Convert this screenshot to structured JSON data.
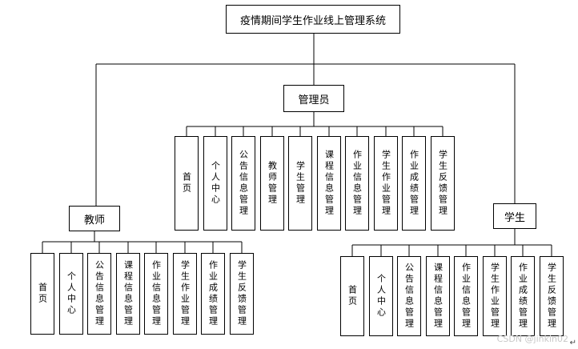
{
  "title": "疫情期间学生作业线上管理系统",
  "roles": {
    "admin": {
      "label": "管理员",
      "modules": [
        "首页",
        "个人中心",
        "公告信息管理",
        "教师管理",
        "学生管理",
        "课程信息管理",
        "作业信息管理",
        "学生作业管理",
        "作业成绩管理",
        "学生反馈管理"
      ]
    },
    "teacher": {
      "label": "教师",
      "modules": [
        "首页",
        "个人中心",
        "公告信息管理",
        "课程信息管理",
        "作业信息管理",
        "学生作业管理",
        "作业成绩管理",
        "学生反馈管理"
      ]
    },
    "student": {
      "label": "学生",
      "modules": [
        "首页",
        "个人中心",
        "公告信息管理",
        "课程信息管理",
        "作业信息管理",
        "学生作业管理",
        "作业成绩管理",
        "学生反馈管理"
      ]
    }
  },
  "watermark": "CSDN @jinkin02",
  "corner_mark": "↵"
}
